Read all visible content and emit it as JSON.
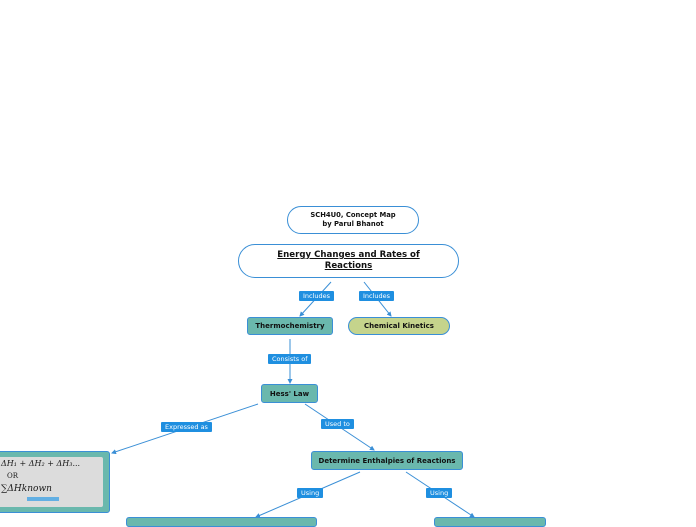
{
  "title_box": {
    "line1": "SCH4U0, Concept Map",
    "line2": "by Parul Bhanot"
  },
  "root": {
    "line1": "Energy Changes and Rates of",
    "line2": "Reactions"
  },
  "nodes": {
    "thermochemistry": "Thermochemistry",
    "chemical_kinetics": "Chemical Kinetics",
    "hess_law": "Hess' Law",
    "determine_enthalpies": "Determine Enthalpies of Reactions"
  },
  "edge_labels": {
    "includes_left": "Includes",
    "includes_right": "Includes",
    "consists_of": "Consists of",
    "expressed_as": "Expressed as",
    "used_to": "Used to",
    "using_left": "Using",
    "using_right": "Using"
  },
  "formula_image": {
    "line1": "ΔH₁ + ΔH₂ + ΔH₃...",
    "line2": "OR",
    "line3": "∑ΔHknown"
  },
  "colors": {
    "connector": "#3a8fd6",
    "label_bg": "#1f8fe0",
    "teal_node": "#6ab8ad",
    "olive_node": "#c5d48c"
  }
}
